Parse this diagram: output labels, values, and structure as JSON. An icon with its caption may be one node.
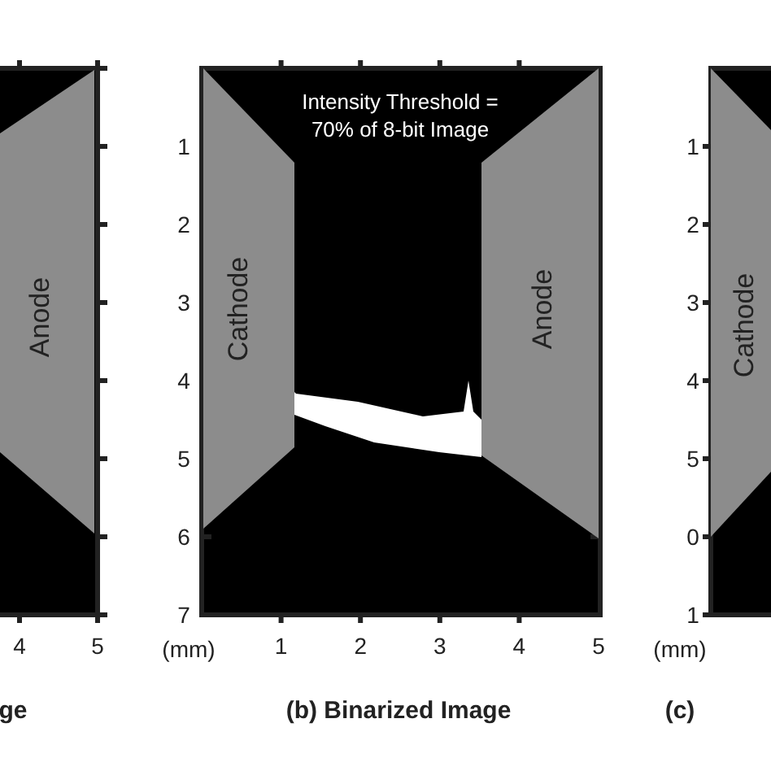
{
  "diagram": {
    "nodes": [
      {
        "text": [
          "Anode"
        ]
      },
      {
        "text": [
          "Cathode"
        ]
      },
      {
        "text": [
          "Anode"
        ]
      },
      {
        "text": [
          "Cathode"
        ]
      }
    ],
    "labels": [
      "Intensity Threshold = 70% of 8-bit Image",
      "1",
      "2",
      "3",
      "4",
      "5",
      "6",
      "7",
      "1",
      "2",
      "3",
      "4",
      "5",
      "0",
      "1",
      "4",
      "5",
      "(mm)",
      "1",
      "2",
      "3",
      "4",
      "5",
      "(mm)",
      "ge",
      "(b) Binarized Image",
      "(c)"
    ]
  }
}
